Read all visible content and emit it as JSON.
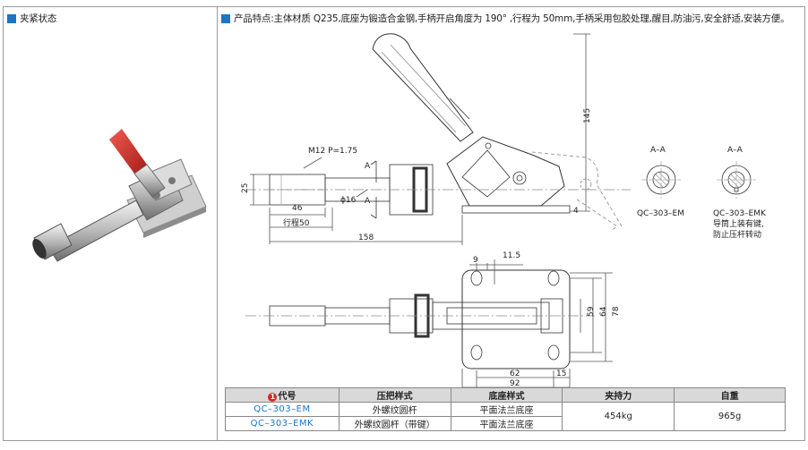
{
  "left_panel": {
    "title": "夹紧状态"
  },
  "right_panel": {
    "description": "产品特点:主体材质 Q235,底座为锻造合金钢,手柄开启角度为 190° ,行程为 50mm,手柄采用包胶处理,醒目,防油污,安全舒适,安装方便。"
  },
  "drawing": {
    "thread": "M12 P=1.75",
    "dim_25": "25",
    "dim_46": "46",
    "dim_phi16": "ϕ16",
    "dim_stroke": "行程50",
    "dim_158": "158",
    "dim_145": "145",
    "dim_4": "4",
    "section_mark": "A",
    "section_label_1": "A–A",
    "section_label_2": "A–A",
    "section_name_1": "QC–303–EM",
    "section_name_2": "QC–303–EMK",
    "section_note_1": "导筒上装有键,",
    "section_note_2": "防止压杆转动",
    "dim_9": "9",
    "dim_11_5": "11.5",
    "dim_59": "59",
    "dim_64": "64",
    "dim_78": "78",
    "dim_62": "62",
    "dim_15": "15",
    "dim_92": "92"
  },
  "table": {
    "badge": "1",
    "headers": [
      "代号",
      "压把样式",
      "底座样式",
      "夹持力",
      "自重"
    ],
    "rows": [
      {
        "code": "QC–303–EM",
        "handle": "外螺纹圆杆",
        "base": "平面法兰底座"
      },
      {
        "code": "QC–303–EMK",
        "handle": "外螺纹圆杆（带键）",
        "base": "平面法兰底座"
      }
    ],
    "force": "454kg",
    "weight": "965g"
  },
  "colors": {
    "accent": "#1a74c8",
    "badge": "#d62727",
    "handle_red": "#d6302b"
  }
}
